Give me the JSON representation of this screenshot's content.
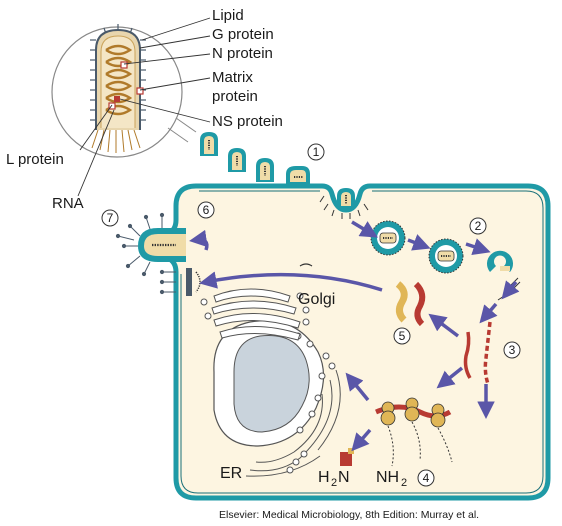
{
  "virion_labels": {
    "lipid": "Lipid",
    "g_protein": "G protein",
    "n_protein": "N protein",
    "matrix_line1": "Matrix",
    "matrix_line2": "protein",
    "ns_protein": "NS protein",
    "l_protein": "L protein",
    "rna": "RNA"
  },
  "cell_labels": {
    "golgi": "Golgi",
    "er": "ER",
    "h2n": "H",
    "h2n_sub": "2",
    "h2n_end": "N",
    "nh2": "NH",
    "nh2_sub": "2"
  },
  "steps": [
    "1",
    "2",
    "3",
    "4",
    "5",
    "6",
    "7"
  ],
  "credit": "Elsevier: Medical Microbiology, 8th Edition: Murray et al.",
  "colors": {
    "membrane": "#1f9aa6",
    "membrane_dark": "#176f78",
    "cytoplasm": "#fdf5e1",
    "arrow": "#5a56a8",
    "rna_red": "#b83a32",
    "nucleocapsid": "#caa35a",
    "glycoprotein": "#4a5a6a"
  }
}
